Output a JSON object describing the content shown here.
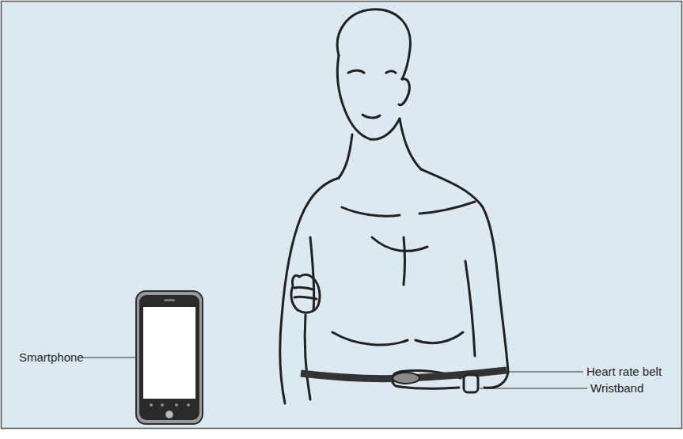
{
  "diagram": {
    "labels": [
      "Smartphone",
      "Heart rate belt",
      "Wristband"
    ]
  }
}
